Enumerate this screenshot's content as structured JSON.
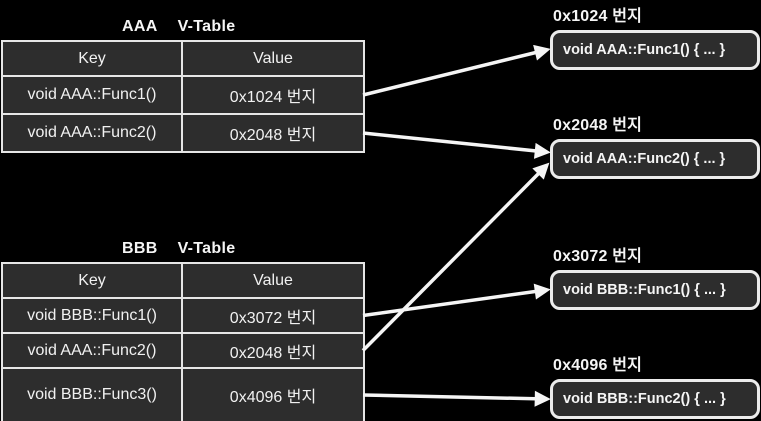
{
  "diagram": {
    "tables": [
      {
        "id": "aaa-vtable",
        "title_class": "AAA",
        "title_suffix": "V-Table",
        "columns": [
          "Key",
          "Value"
        ],
        "rows": [
          {
            "key": "void AAA::Func1()",
            "value": "0x1024 번지"
          },
          {
            "key": "void AAA::Func2()",
            "value": "0x2048 번지"
          }
        ]
      },
      {
        "id": "bbb-vtable",
        "title_class": "BBB",
        "title_suffix": "V-Table",
        "columns": [
          "Key",
          "Value"
        ],
        "rows": [
          {
            "key": "void BBB::Func1()",
            "value": "0x3072 번지"
          },
          {
            "key": "void AAA::Func2()",
            "value": "0x2048 번지"
          },
          {
            "key": "void BBB::Func3()",
            "value": "0x4096 번지"
          }
        ]
      }
    ],
    "memory_blocks": [
      {
        "id": "mem-0x1024",
        "address_label": "0x1024 번지",
        "code": "void AAA::Func1() { ... }"
      },
      {
        "id": "mem-0x2048",
        "address_label": "0x2048 번지",
        "code": "void AAA::Func2() { ... }"
      },
      {
        "id": "mem-0x3072",
        "address_label": "0x3072 번지",
        "code": "void BBB::Func1() { ... }"
      },
      {
        "id": "mem-0x4096",
        "address_label": "0x4096 번지",
        "code": "void BBB::Func2() { ... }"
      }
    ],
    "arrows": [
      {
        "from_table": 0,
        "from_row": 0,
        "to_block": 0
      },
      {
        "from_table": 0,
        "from_row": 1,
        "to_block": 1
      },
      {
        "from_table": 1,
        "from_row": 0,
        "to_block": 2
      },
      {
        "from_table": 1,
        "from_row": 1,
        "to_block": 1
      },
      {
        "from_table": 1,
        "from_row": 2,
        "to_block": 3
      }
    ],
    "colors": {
      "background": "#000000",
      "cell_fill": "#2d2d2d",
      "border": "#e6e6e6",
      "text": "#f1f1f1",
      "arrow": "#f5f5f5"
    }
  }
}
